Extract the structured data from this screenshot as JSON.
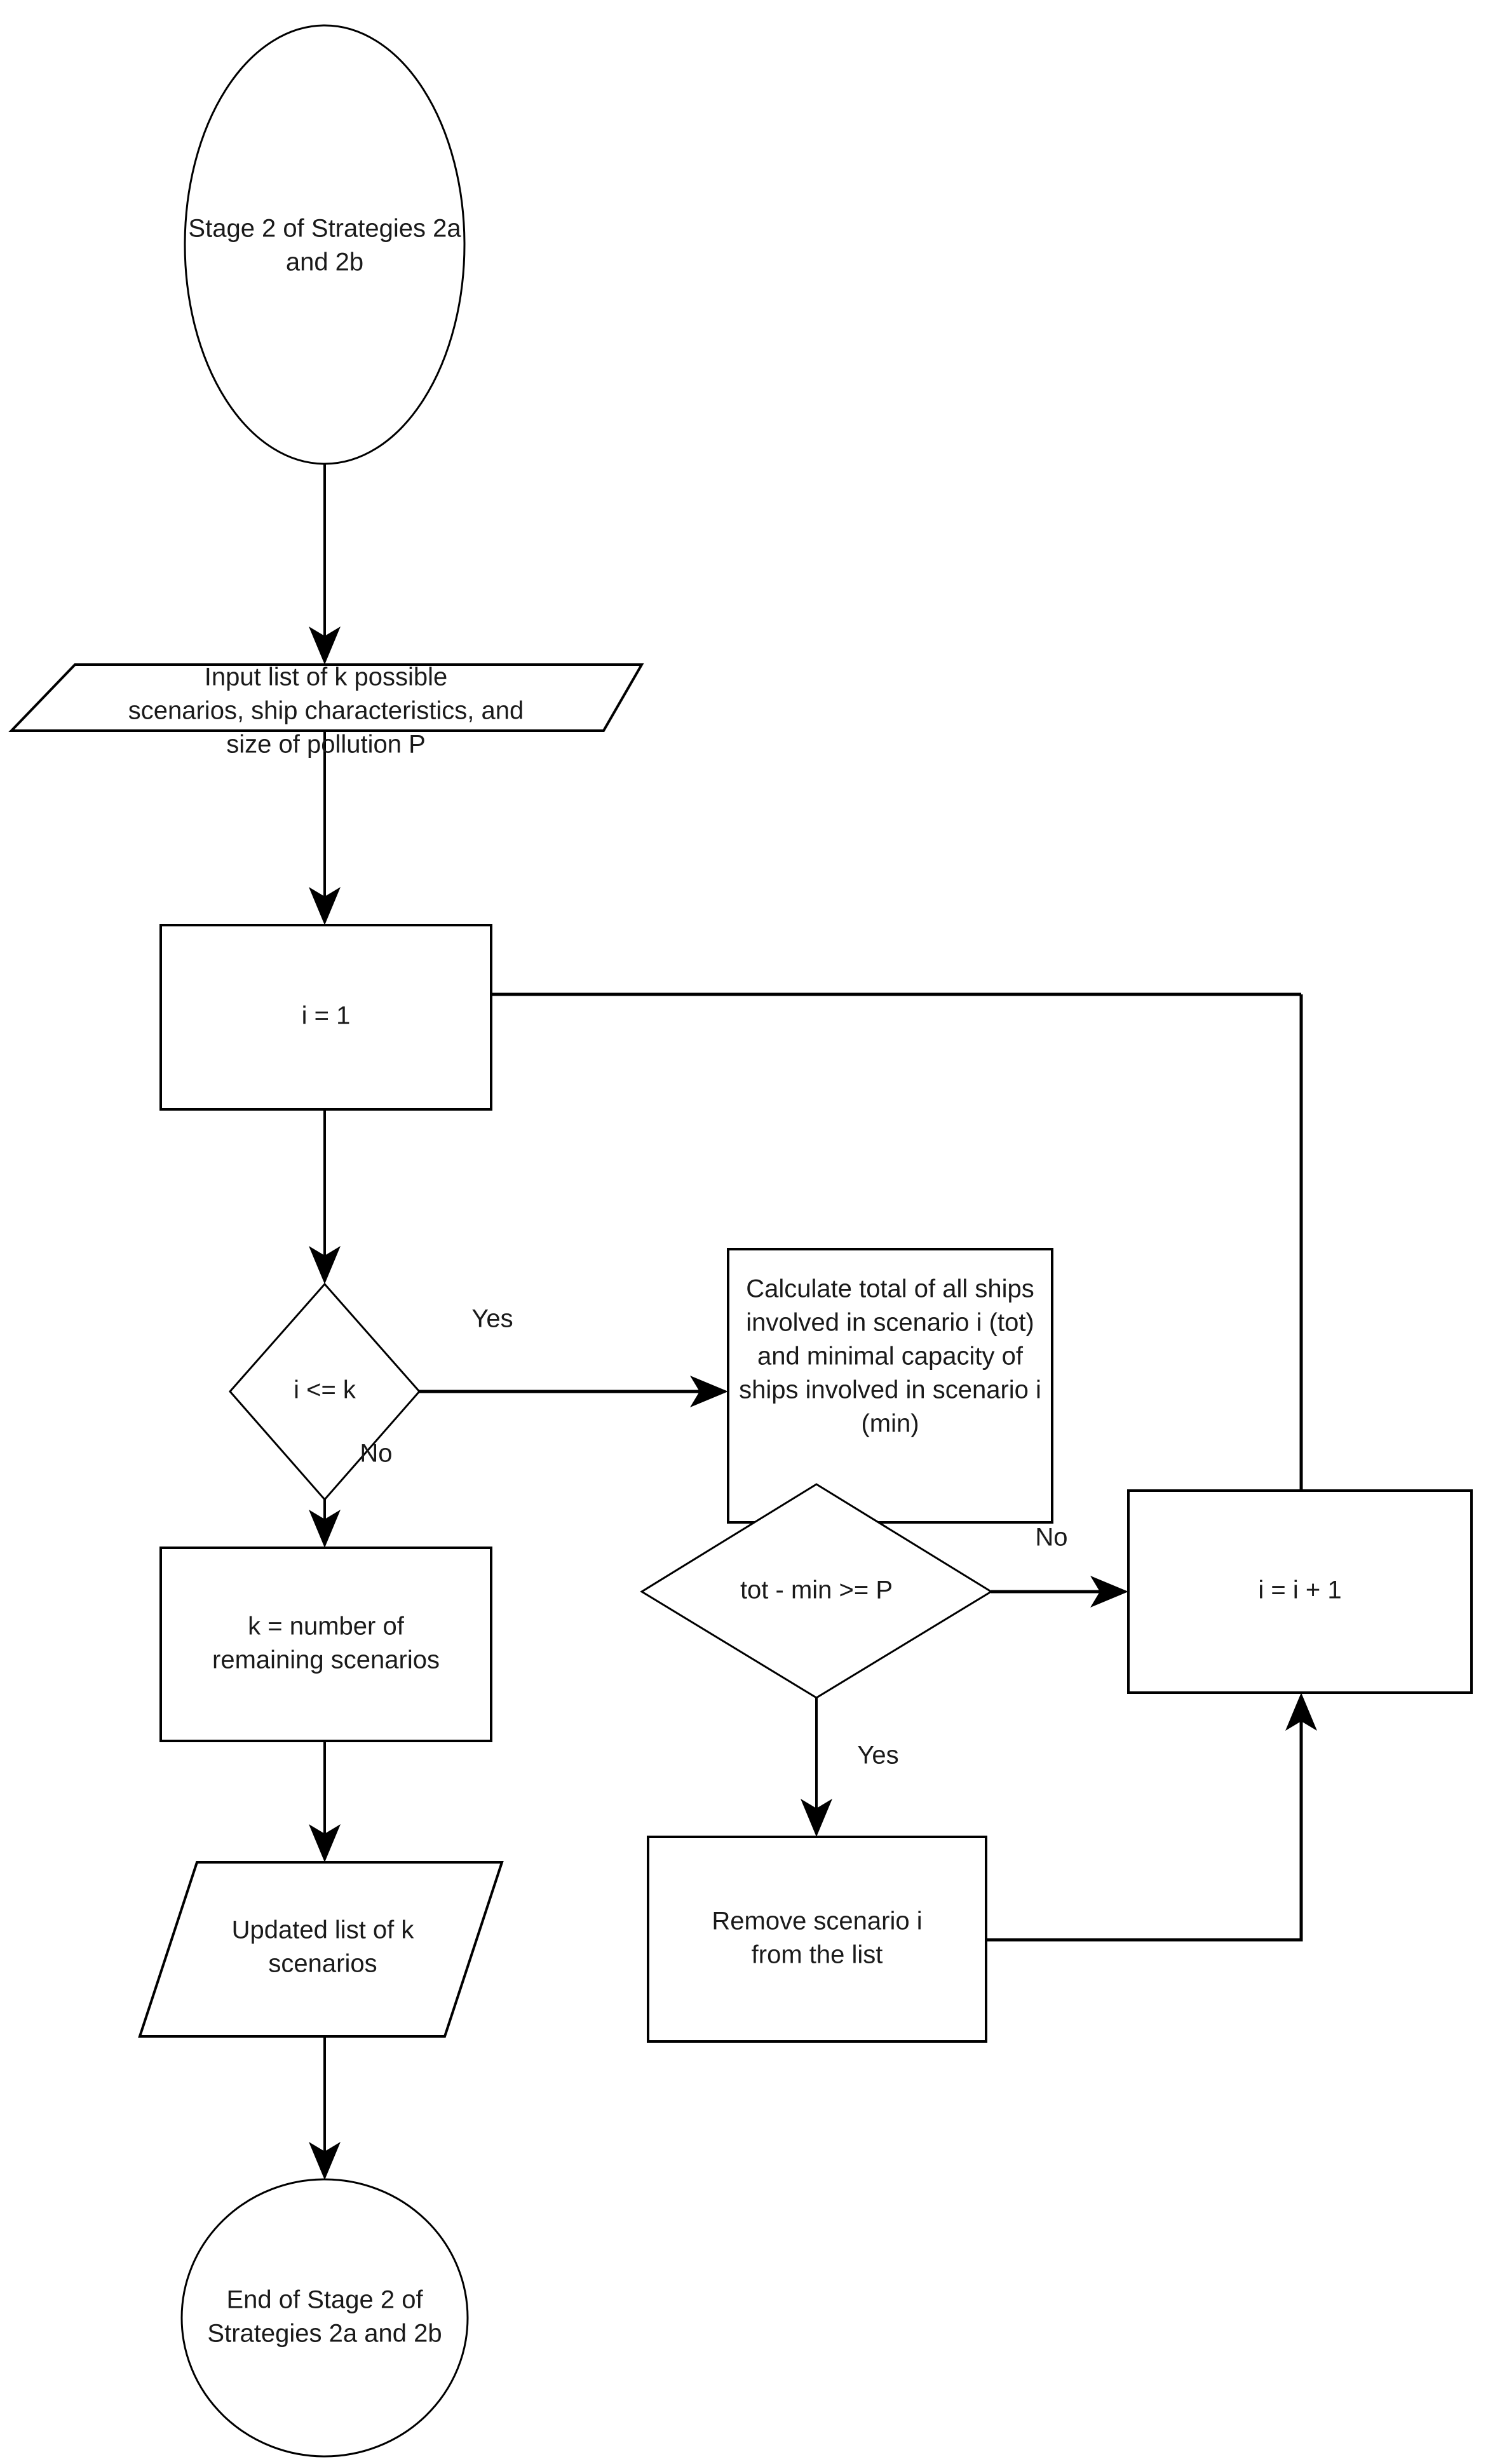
{
  "diagram": {
    "type": "flowchart",
    "orientation": "vertical",
    "background_color": "#ffffff",
    "line_color": "#000000",
    "text_color": "#1a1a1a",
    "nodes": [
      {
        "id": "start",
        "shape": "ellipse",
        "lines": [
          "Stage 2 of Strategies 2a",
          "and 2b"
        ]
      },
      {
        "id": "input-data",
        "shape": "parallelogram",
        "lines": [
          "Input list of k possible",
          "scenarios, ship characteristics, and",
          "size of pollution P"
        ]
      },
      {
        "id": "init-i",
        "shape": "rectangle",
        "lines": [
          "i = 1"
        ]
      },
      {
        "id": "check-i-le-k",
        "shape": "diamond",
        "lines": [
          "i <= k"
        ]
      },
      {
        "id": "calculate-tot-min",
        "shape": "rectangle",
        "lines": [
          "Calculate total of all ships",
          "involved in scenario i (tot)",
          "and minimal capacity of",
          "ships involved in scenario i",
          "(min)"
        ]
      },
      {
        "id": "check-tot-min-p",
        "shape": "diamond",
        "lines": [
          "tot - min >= P"
        ]
      },
      {
        "id": "increment-i",
        "shape": "rectangle",
        "lines": [
          "i = i + 1"
        ]
      },
      {
        "id": "remove-scenario",
        "shape": "rectangle",
        "lines": [
          "Remove scenario i",
          "from the list"
        ]
      },
      {
        "id": "set-k",
        "shape": "rectangle",
        "lines": [
          "k = number of",
          "remaining scenarios"
        ]
      },
      {
        "id": "output-data",
        "shape": "parallelogram",
        "lines": [
          "Updated list of k",
          "scenarios"
        ]
      },
      {
        "id": "end",
        "shape": "ellipse",
        "lines": [
          "End of Stage 2 of",
          "Strategies 2a and 2b"
        ]
      }
    ],
    "edge_labels": {
      "yes_branch_i_le_k": "Yes",
      "no_branch_i_le_k": "No",
      "no_branch_tot_min": "No",
      "yes_branch_tot_min": "Yes"
    }
  }
}
